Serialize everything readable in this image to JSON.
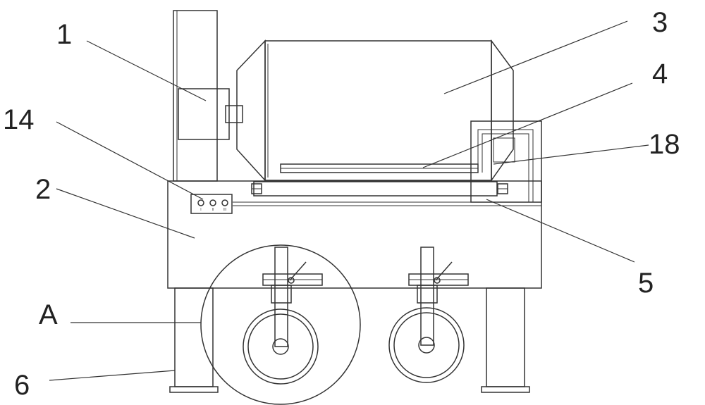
{
  "callouts": [
    {
      "id": "label-1",
      "text": "1"
    },
    {
      "id": "label-3",
      "text": "3"
    },
    {
      "id": "label-4",
      "text": "4"
    },
    {
      "id": "label-14",
      "text": "14"
    },
    {
      "id": "label-18",
      "text": "18"
    },
    {
      "id": "label-2",
      "text": "2"
    },
    {
      "id": "label-5",
      "text": "5"
    },
    {
      "id": "label-A",
      "text": "A"
    },
    {
      "id": "label-6",
      "text": "6"
    }
  ],
  "control_panel": {
    "knob_marks": [
      "I",
      "II",
      "III"
    ]
  },
  "colors": {
    "line": "#333333",
    "text": "#222222",
    "background": "#ffffff"
  }
}
